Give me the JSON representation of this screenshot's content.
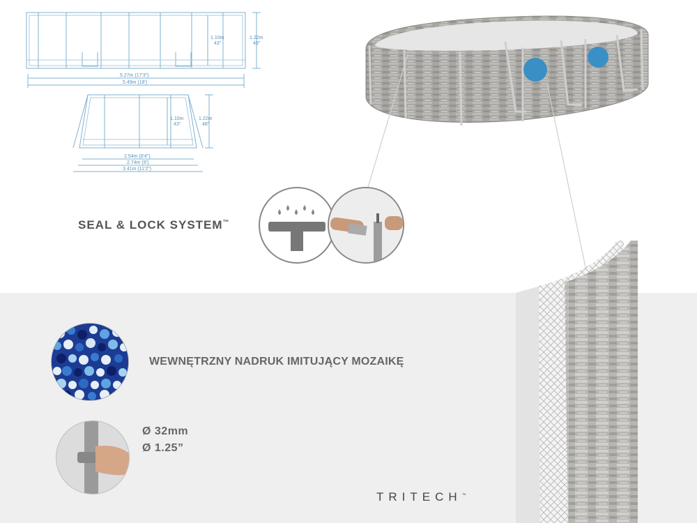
{
  "dimensions": {
    "top_view": {
      "inner_height": "1.10m",
      "inner_height_in": "43\"",
      "outer_height": "1.22m",
      "outer_height_in": "48\"",
      "inner_length": "5.27m (17'3\")",
      "outer_length": "5.49m (18')"
    },
    "side_view": {
      "inner_height": "1.10m",
      "inner_height_in": "43\"",
      "outer_height": "1.22m",
      "outer_height_in": "48\"",
      "width_1": "2.54m (8'4\")",
      "width_2": "2.74m (9')",
      "width_3": "3.41m (11'2\")"
    }
  },
  "seal_lock": {
    "title": "SEAL & LOCK SYSTEM",
    "tm": "™"
  },
  "features": {
    "mosaic_label": "WEWNĘTRZNY NADRUK IMITUJĄCY MOZAIKĘ",
    "diameter_mm": "Ø 32mm",
    "diameter_in": "Ø 1.25”"
  },
  "brand": {
    "name": "TRITECH",
    "tm": "™"
  },
  "colors": {
    "dimension_line": "#5a90b8",
    "pool_wall": "#a8a6a2",
    "porthole": "#3a8fc4",
    "lower_panel": "#efefef"
  }
}
